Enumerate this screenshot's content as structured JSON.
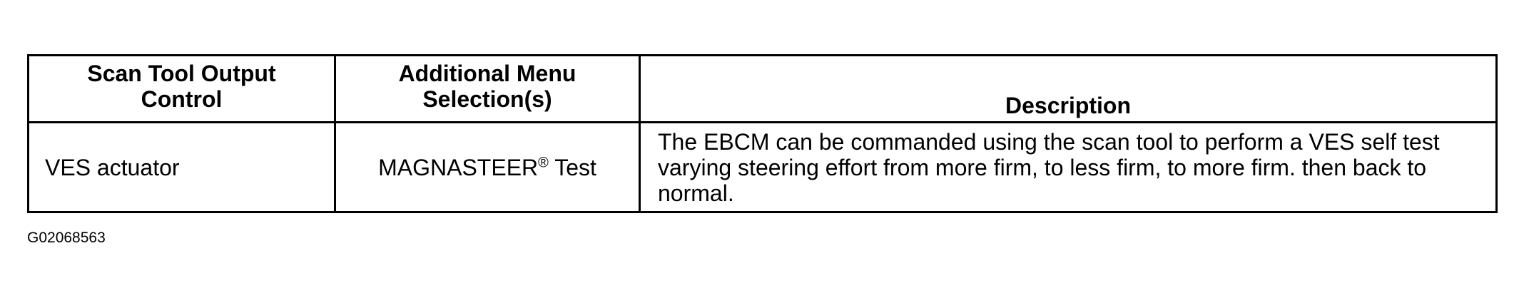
{
  "table": {
    "headers": {
      "col1": [
        "Scan Tool Output",
        "Control"
      ],
      "col2": [
        "Additional Menu",
        "Selection(s)"
      ],
      "col3": "Description"
    },
    "rows": [
      {
        "control": "VES actuator",
        "menu_selection_name": "MAGNASTEER",
        "menu_selection_mark": "®",
        "menu_selection_suffix": " Test",
        "description": "The EBCM can be commanded using the scan tool to perform a VES self test varying steering effort from more firm, to less firm, to more firm. then back to normal."
      }
    ]
  },
  "figure_id": "G02068563"
}
